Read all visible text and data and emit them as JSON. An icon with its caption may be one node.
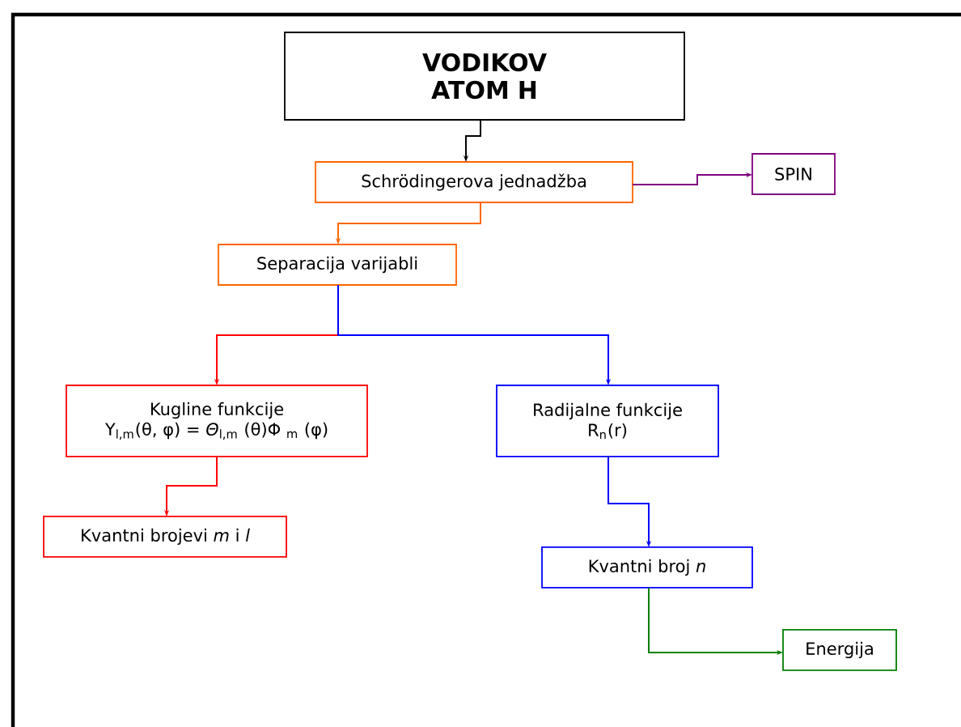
{
  "diagram": {
    "nodes": [
      {
        "text": [
          "VODIKOV ATOM H"
        ]
      },
      {
        "text": [
          "Schrödingerova jednadžba"
        ]
      },
      {
        "text": [
          "SPIN"
        ]
      },
      {
        "text": [
          "Separacija varijabli"
        ]
      },
      {
        "text": [
          "Kugline funkcije",
          "Y$_{l,m}$(θ, φ) = *Θ*$_{l,m}$ (θ)Φ $_{m}$ (φ)"
        ]
      },
      {
        "text": [
          "Radijalne funkcije",
          "R$_{n}$(r)"
        ]
      },
      {
        "text": [
          "Kvantni brojevi *m* i *l*"
        ]
      },
      {
        "text": [
          "Kvantni broj *n*"
        ]
      },
      {
        "text": [
          "Energija"
        ]
      }
    ],
    "edges": [
      {
        "from": 0,
        "to": 1,
        "arrow": "to",
        "color": "#000000"
      },
      {
        "from": 1,
        "to": 2,
        "arrow": "to",
        "color": "#800080"
      },
      {
        "from": 1,
        "to": 3,
        "arrow": "to",
        "color": "#ff6600"
      },
      {
        "from": 3,
        "to": 4,
        "arrow": "to",
        "color": "#ff0000"
      },
      {
        "from": 3,
        "to": 5,
        "arrow": "to",
        "color": "#0000ff"
      },
      {
        "from": 4,
        "to": 6,
        "arrow": "to",
        "color": "#ff0000"
      },
      {
        "from": 5,
        "to": 7,
        "arrow": "to",
        "color": "#0000ff"
      },
      {
        "from": 7,
        "to": 8,
        "arrow": "to",
        "color": "#008000"
      }
    ]
  }
}
